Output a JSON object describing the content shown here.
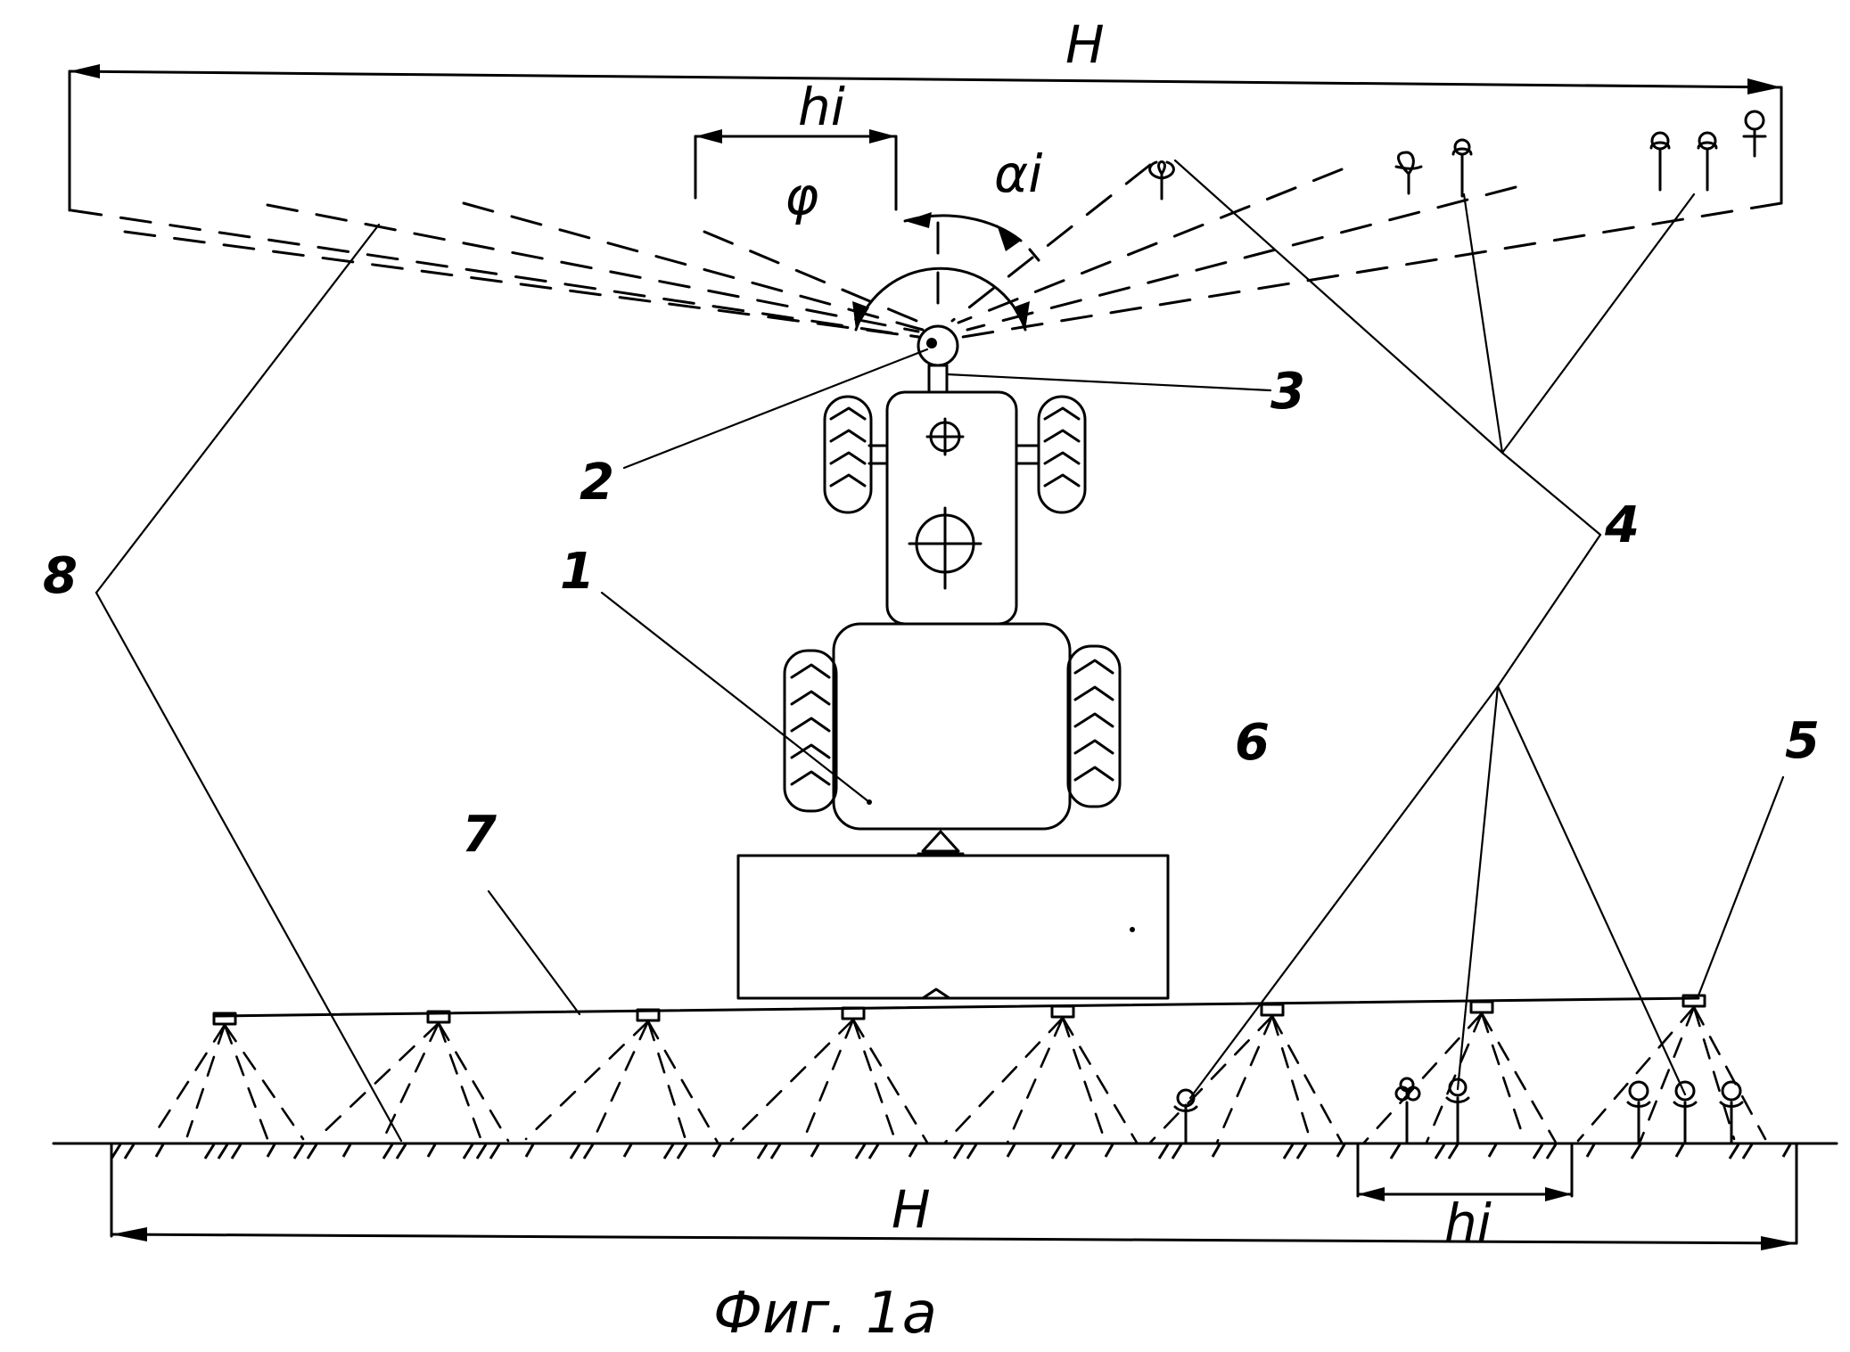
{
  "labels": {
    "n1": "1",
    "n2": "2",
    "n3": "3",
    "n4": "4",
    "n5": "5",
    "n6": "6",
    "n7": "7",
    "n8": "8"
  },
  "dimensions": {
    "top_width": "H",
    "bottom_width": "H",
    "top_segment": "hi",
    "bottom_segment": "hi",
    "angle_phi": "φ",
    "angle_alpha": "αi"
  },
  "caption": "Фиг. 1а"
}
